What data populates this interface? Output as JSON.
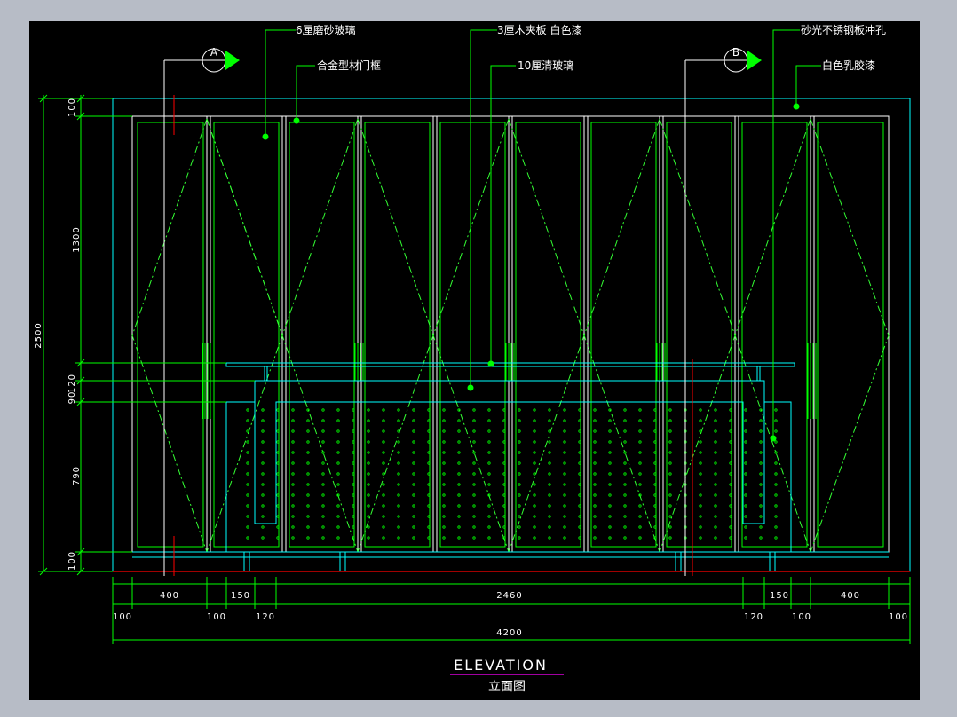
{
  "drawing": {
    "title": "ELEVATION",
    "subtitle": "立面图"
  },
  "callouts": {
    "frosted_glass": "6厘磨砂玻璃",
    "alloy_frame": "合金型材门框",
    "plywood_white": "3厘木夹板 白色漆",
    "clear_glass": "10厘清玻璃",
    "steel_plate": "砂光不锈钢板冲孔",
    "latex_paint": "白色乳胶漆"
  },
  "section_marks": {
    "a": "A",
    "b": "B"
  },
  "dimensions": {
    "left": {
      "total": "2500",
      "top": "100",
      "upper": "1300",
      "mid_a": "120",
      "mid_b": "90",
      "lower": "790",
      "bottom": "100"
    },
    "bottom_row1": [
      "400",
      "150",
      "2460",
      "150",
      "400"
    ],
    "bottom_row2": [
      "100",
      "100",
      "120",
      "120",
      "100",
      "100"
    ],
    "overall": "4200"
  },
  "colors": {
    "background": "#000000",
    "outer_frame": "#00ffff",
    "door": "#00ff00",
    "dash": "#33ff33",
    "floor": "#ff0000",
    "dimension": "#00ff00",
    "title_underline": "#ff00ff"
  }
}
